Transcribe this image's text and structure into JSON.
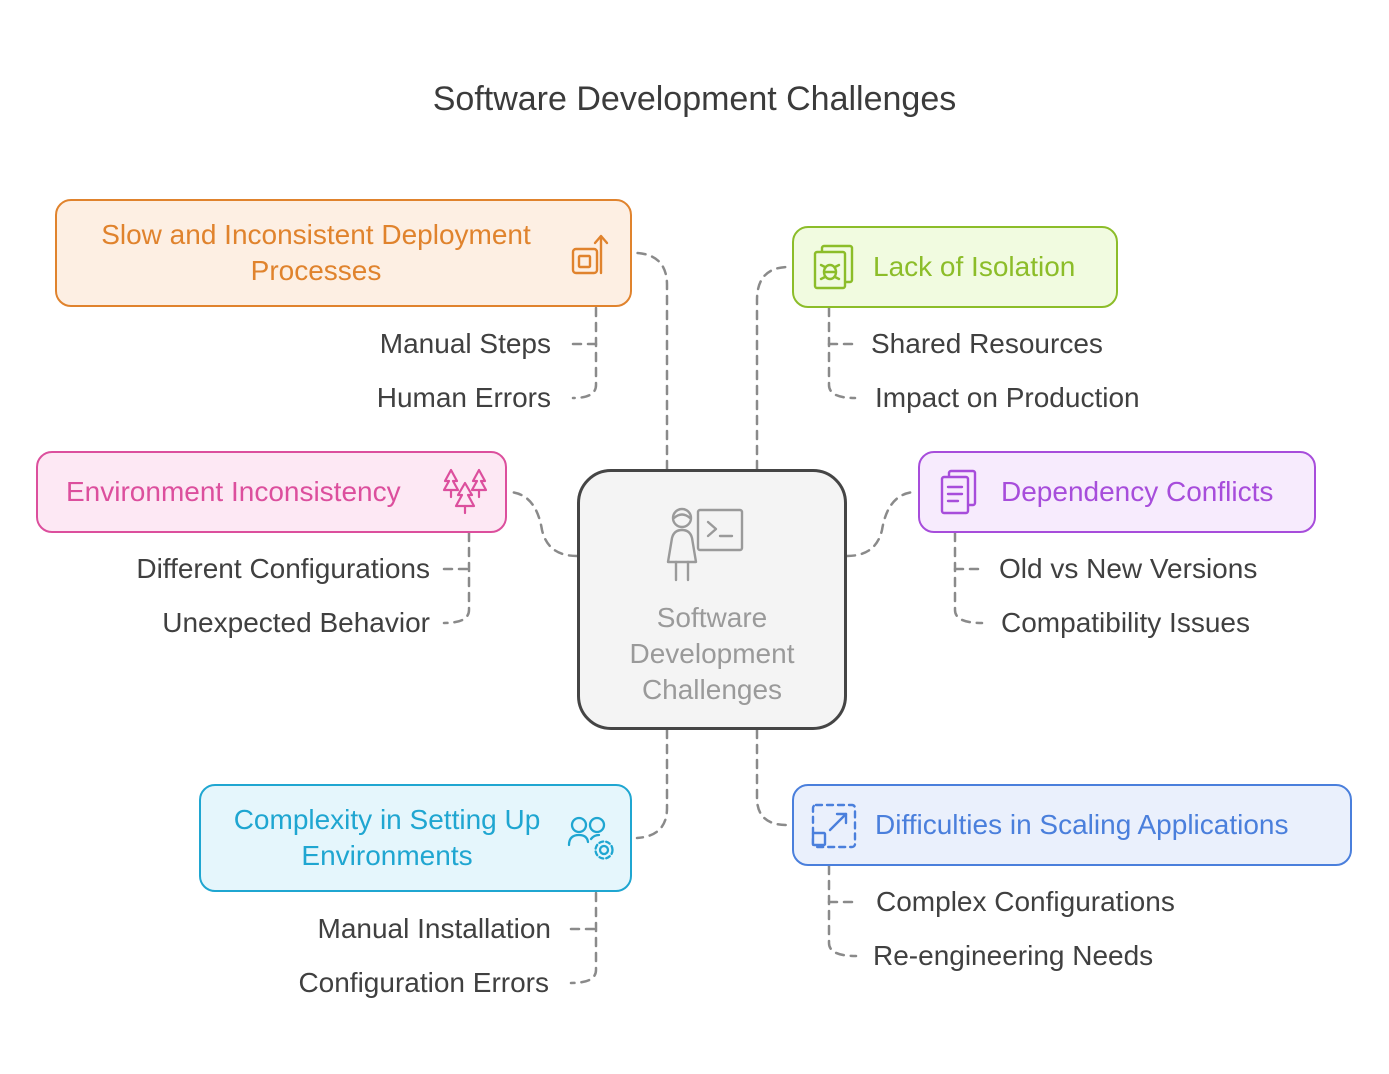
{
  "title": "Software Development Challenges",
  "center": {
    "label": "Software Development Challenges",
    "icon": "developer-terminal-icon",
    "color": "#9a9a9a"
  },
  "challenges": [
    {
      "id": "deployment",
      "label": "Slow and Inconsistent Deployment Processes",
      "icon": "deploy-upload-icon",
      "color": "#e0832d",
      "fill": "#fdefe3",
      "items": [
        "Manual Steps",
        "Human Errors"
      ]
    },
    {
      "id": "isolation",
      "label": "Lack of Isolation",
      "icon": "bug-sandbox-icon",
      "color": "#8cbd29",
      "fill": "#f1fbe0",
      "items": [
        "Shared Resources",
        "Impact on Production"
      ]
    },
    {
      "id": "environment",
      "label": "Environment Inconsistency",
      "icon": "trees-icon",
      "color": "#dc4f9d",
      "fill": "#fde8f4",
      "items": [
        "Different Configurations",
        "Unexpected Behavior"
      ]
    },
    {
      "id": "dependency",
      "label": "Dependency Conflicts",
      "icon": "documents-icon",
      "color": "#a74ddb",
      "fill": "#f7ebfd",
      "items": [
        "Old vs New Versions",
        "Compatibility Issues"
      ]
    },
    {
      "id": "setup",
      "label": "Complexity in Setting Up Environments",
      "icon": "users-settings-icon",
      "color": "#1fa6d1",
      "fill": "#e5f6fc",
      "items": [
        "Manual Installation",
        "Configuration Errors"
      ]
    },
    {
      "id": "scaling",
      "label": "Difficulties in Scaling Applications",
      "icon": "scale-expand-icon",
      "color": "#4a7fdc",
      "fill": "#eaf0fc",
      "items": [
        "Complex Configurations",
        "Re-engineering Needs"
      ]
    }
  ]
}
